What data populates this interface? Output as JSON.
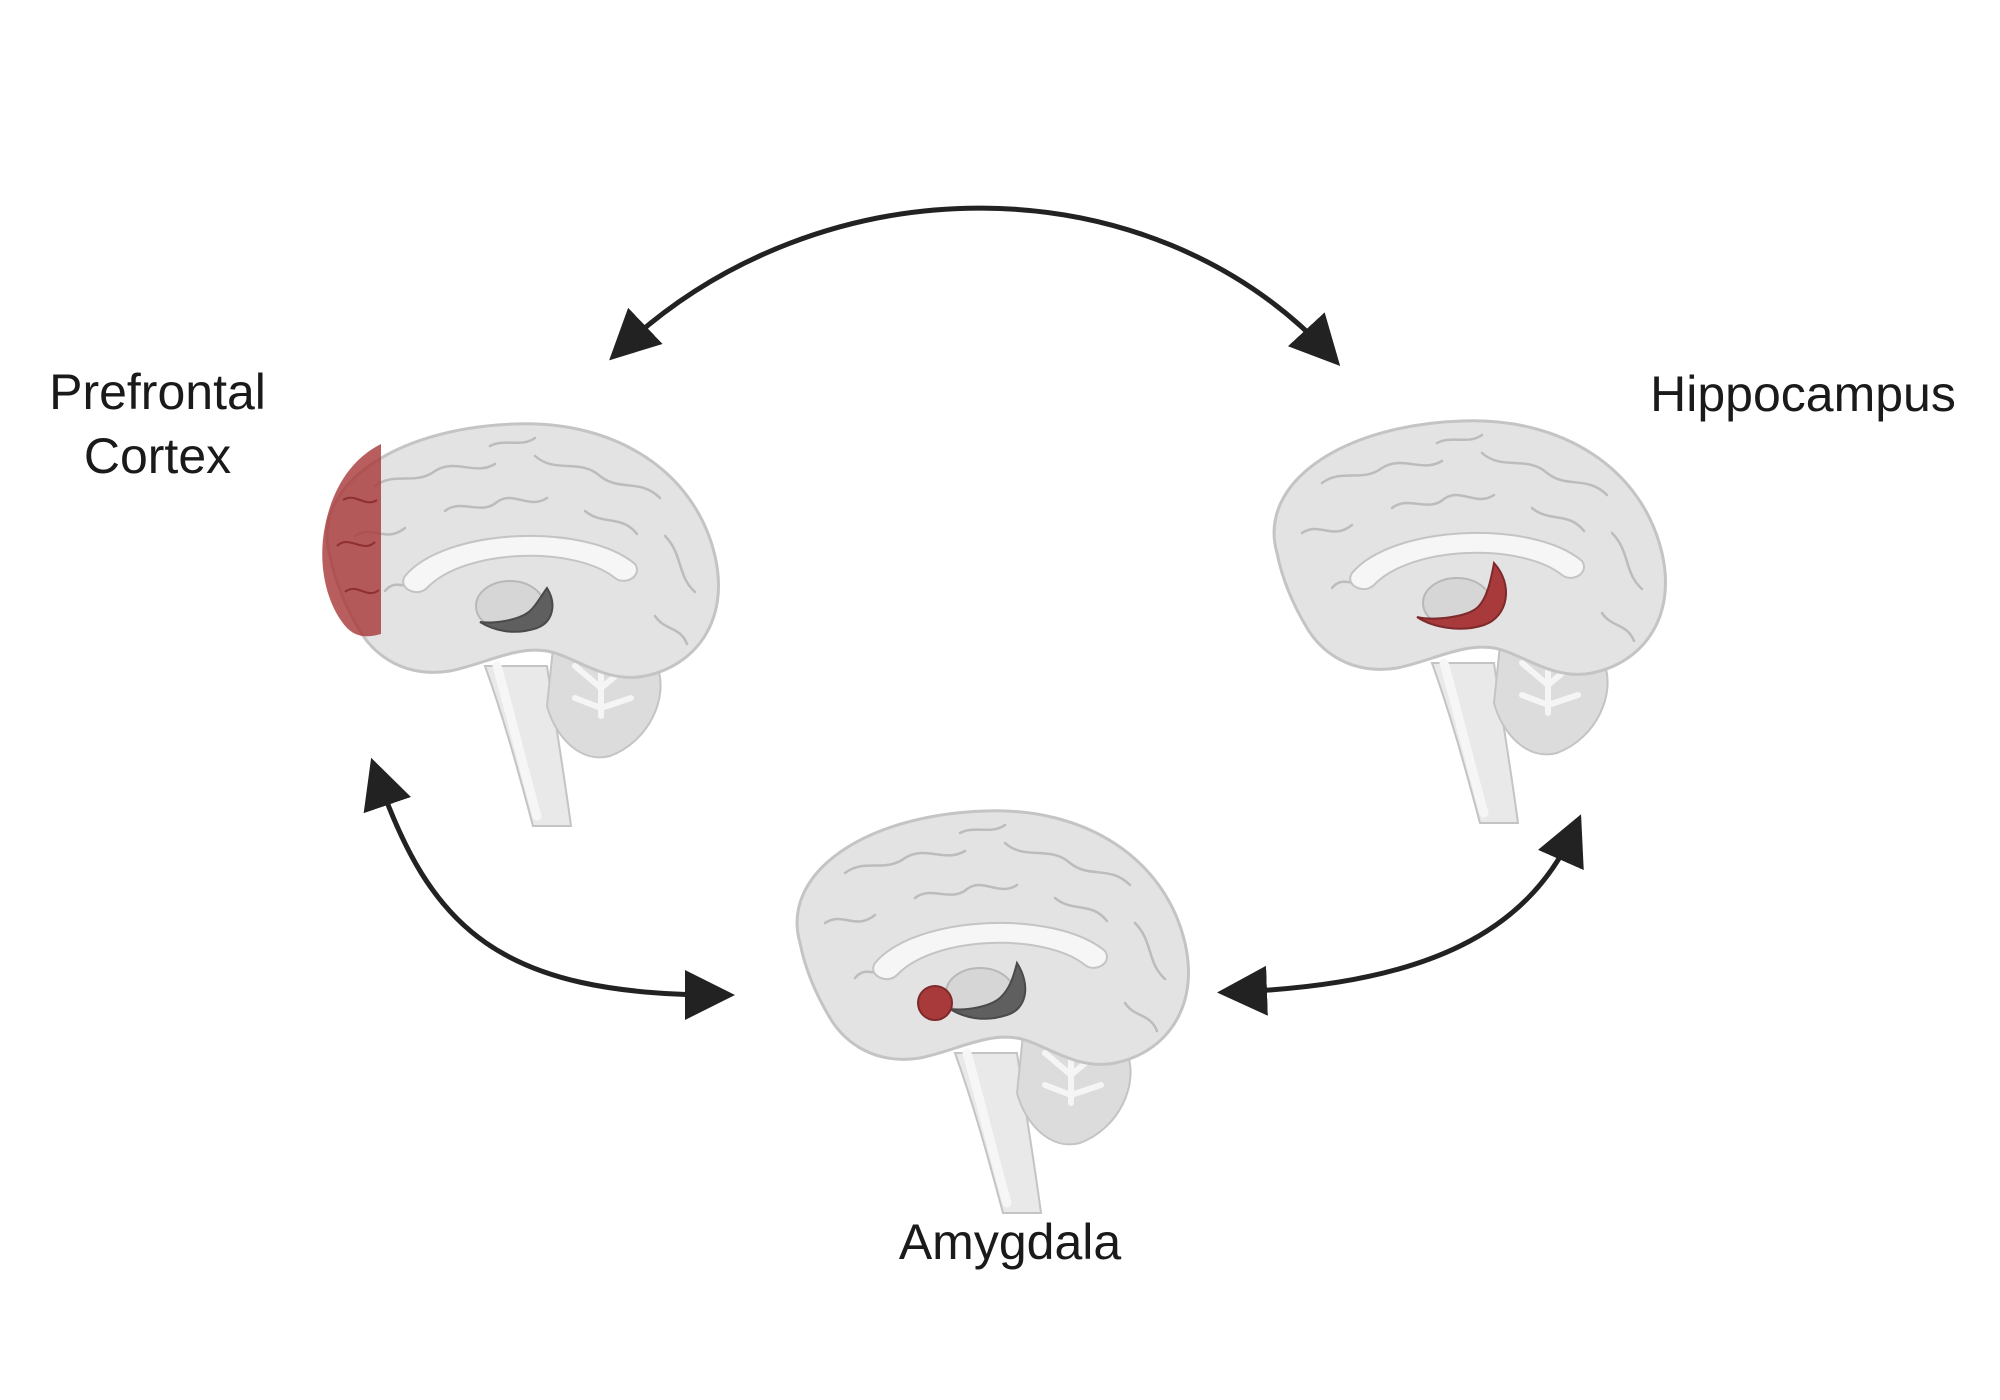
{
  "regions": {
    "prefrontal": {
      "label_line1": "Prefrontal",
      "label_line2": "Cortex"
    },
    "hippocampus": {
      "label": "Hippocampus"
    },
    "amygdala": {
      "label": "Amygdala"
    }
  },
  "colors": {
    "brain_fill": "#e3e3e3",
    "brain_outline": "#c4c4c4",
    "gyri_lines": "#b9b9b9",
    "highlight": "#a83a3c",
    "dark_structure": "#5f5f5f",
    "arrow": "#222222"
  },
  "connections": [
    {
      "from": "prefrontal",
      "to": "hippocampus",
      "type": "bidirectional"
    },
    {
      "from": "prefrontal",
      "to": "amygdala",
      "type": "bidirectional"
    },
    {
      "from": "amygdala",
      "to": "hippocampus",
      "type": "bidirectional"
    }
  ]
}
